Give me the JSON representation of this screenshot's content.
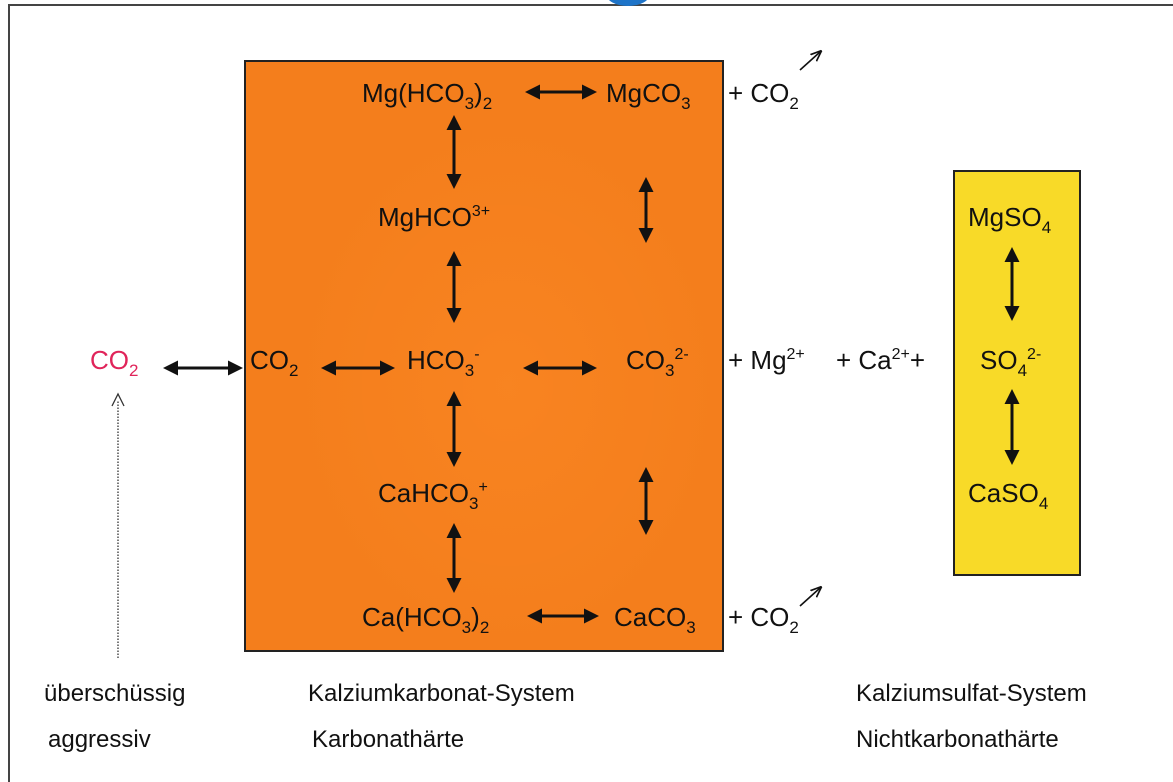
{
  "nodes": {
    "mg_hco3_2": {
      "main": "Mg(HCO",
      "sub": "3",
      "close": ")",
      "sub2": "2"
    },
    "mgco3_top": {
      "main": "MgCO",
      "sub": "3"
    },
    "co2_top": {
      "plus": "+ CO",
      "sub": "2"
    },
    "mghco3": {
      "main": "MgHCO",
      "sup": "3+"
    },
    "co2_free": {
      "main": "CO",
      "sub": "2"
    },
    "co2_inner": {
      "main": "CO",
      "sub": "2"
    },
    "hco3": {
      "main": "HCO",
      "sub": "3",
      "sup": "-"
    },
    "co3": {
      "main": "CO",
      "sub": "3",
      "sup": "2-"
    },
    "mg_ion": {
      "plus": "+ Mg",
      "sup": "2+"
    },
    "ca_ion": {
      "plus": "+ Ca",
      "sup": "2+",
      "tail": "+"
    },
    "cahco3": {
      "main": "CaHCO",
      "sub": "3",
      "sup": "+"
    },
    "ca_hco3_2": {
      "main": "Ca(HCO",
      "sub": "3",
      "close": ")",
      "sub2": "2"
    },
    "caco3_bottom": {
      "main": "CaCO",
      "sub": "3"
    },
    "co2_bottom": {
      "plus": "+ CO",
      "sub": "2"
    },
    "mgso4": {
      "main": "MgSO",
      "sub": "4"
    },
    "so4": {
      "main": "SO",
      "sub": "4",
      "sup": "2-"
    },
    "caso4": {
      "main": "CaSO",
      "sub": "4"
    }
  },
  "labels": {
    "excess": "überschüssig",
    "aggressive": "aggressiv",
    "carbonate_system": "Kalziumkarbonat-System",
    "carbonate_hardness": "Karbonathärte",
    "sulfate_system": "Kalziumsulfat-System",
    "noncarbonate_hardness": "Nichtkarbonathärte"
  },
  "colors": {
    "carbonate_box": "#f47e1c",
    "sulfate_box": "#f8da28",
    "aggressive_co2": "#e0245a",
    "title_fragment": "#1e74c8"
  }
}
